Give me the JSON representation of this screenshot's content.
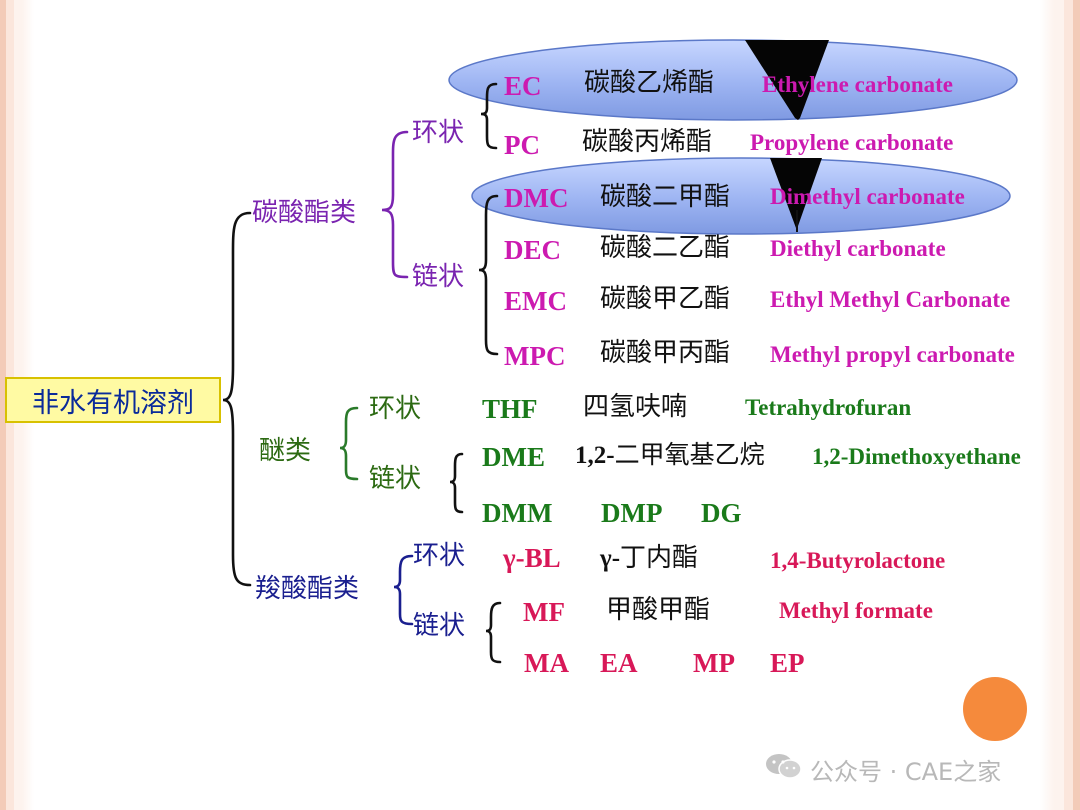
{
  "root": "非水有机溶剂",
  "categories": [
    {
      "label": "碳酸酯类",
      "ring": {
        "label": "环状",
        "items": [
          {
            "abbr": "EC",
            "name": "碳酸乙烯酯",
            "english": "Ethylene carbonate"
          },
          {
            "abbr": "PC",
            "name": "碳酸丙烯酯",
            "english": "Propylene carbonate"
          }
        ]
      },
      "chain": {
        "label": "链状",
        "items": [
          {
            "abbr": "DMC",
            "name": "碳酸二甲酯",
            "english": "Dimethyl carbonate"
          },
          {
            "abbr": "DEC",
            "name": "碳酸二乙酯",
            "english": "Diethyl carbonate"
          },
          {
            "abbr": "EMC",
            "name": "碳酸甲乙酯",
            "english": "Ethyl Methyl Carbonate"
          },
          {
            "abbr": "MPC",
            "name": "碳酸甲丙酯",
            "english": "Methyl propyl carbonate"
          }
        ]
      }
    },
    {
      "label": "醚类",
      "ring": {
        "label": "环状",
        "items": [
          {
            "abbr": "THF",
            "name": "四氢呋喃",
            "english": "Tetrahydrofuran"
          }
        ]
      },
      "chain": {
        "label": "链状",
        "items": [
          {
            "abbr": "DME",
            "name_prefix": "1,2-",
            "name_main": "二甲氧基乙烷",
            "english": "1,2-Dimethoxyethane"
          }
        ],
        "extra": [
          "DMM",
          "DMP",
          "DG"
        ]
      }
    },
    {
      "label": "羧酸酯类",
      "ring": {
        "label": "环状",
        "items": [
          {
            "abbr": "γ-BL",
            "name_prefix": "γ-",
            "name_main": "丁内酯",
            "english": "1,4-Butyrolactone"
          }
        ]
      },
      "chain": {
        "label": "链状",
        "items": [
          {
            "abbr": "MF",
            "name": "甲酸甲酯",
            "english": "Methyl formate"
          }
        ],
        "extra": [
          "MA",
          "EA",
          "MP",
          "EP"
        ]
      }
    }
  ],
  "watermark": "公众号 · CAE之家"
}
